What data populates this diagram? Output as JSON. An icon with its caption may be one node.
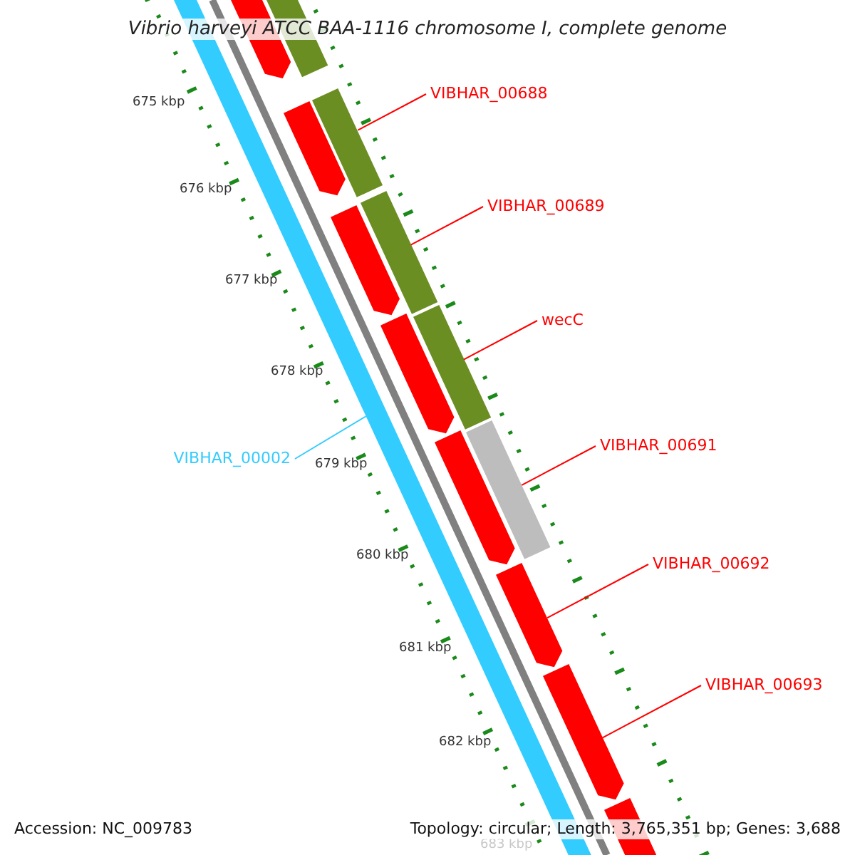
{
  "diagram": {
    "title": "Vibrio harveyi ATCC BAA-1116 chromosome I, complete genome",
    "nodes": [
      {
        "text": [
          "VIBHAR_00688"
        ]
      },
      {
        "text": [
          "VIBHAR_00689"
        ]
      },
      {
        "text": [
          "wecC"
        ]
      },
      {
        "text": [
          "VIBHAR_00691"
        ]
      },
      {
        "text": [
          "VIBHAR_00692"
        ]
      },
      {
        "text": [
          "VIBHAR_00693"
        ]
      },
      {
        "text": [
          "VIBHAR_00002"
        ]
      },
      {
        "text": [],
        "shape": "band"
      },
      {
        "text": [],
        "shape": "arrow"
      },
      {
        "text": [],
        "shape": "arrow"
      },
      {
        "text": [],
        "shape": "arrow"
      },
      {
        "text": [],
        "shape": "arrow"
      },
      {
        "text": [],
        "shape": "arrow"
      },
      {
        "text": [],
        "shape": "arrow"
      },
      {
        "text": [],
        "shape": "arrow"
      },
      {
        "text": [],
        "shape": "arrow"
      },
      {
        "text": [],
        "shape": "bar"
      },
      {
        "text": [],
        "shape": "bar"
      },
      {
        "text": [],
        "shape": "bar"
      },
      {
        "text": [],
        "shape": "bar"
      },
      {
        "text": [],
        "shape": "bar"
      }
    ],
    "edges": [
      {
        "from": 0,
        "to": 17,
        "arrow": "none"
      },
      {
        "from": 1,
        "to": 18,
        "arrow": "none"
      },
      {
        "from": 2,
        "to": 19,
        "arrow": "none"
      },
      {
        "from": 3,
        "to": 20,
        "arrow": "none"
      },
      {
        "from": 4,
        "to": 13,
        "arrow": "none"
      },
      {
        "from": 5,
        "to": 14,
        "arrow": "none"
      },
      {
        "from": 6,
        "to": 7,
        "arrow": "none",
        "color": "#33ccff"
      }
    ],
    "labels": [
      "675 kbp",
      "676 kbp",
      "677 kbp",
      "678 kbp",
      "679 kbp",
      "680 kbp",
      "681 kbp",
      "682 kbp",
      "683 kbp",
      "Accession: NC_009783",
      "Topology: circular; Length: 3,765,351 bp; Genes: 3,688"
    ]
  }
}
